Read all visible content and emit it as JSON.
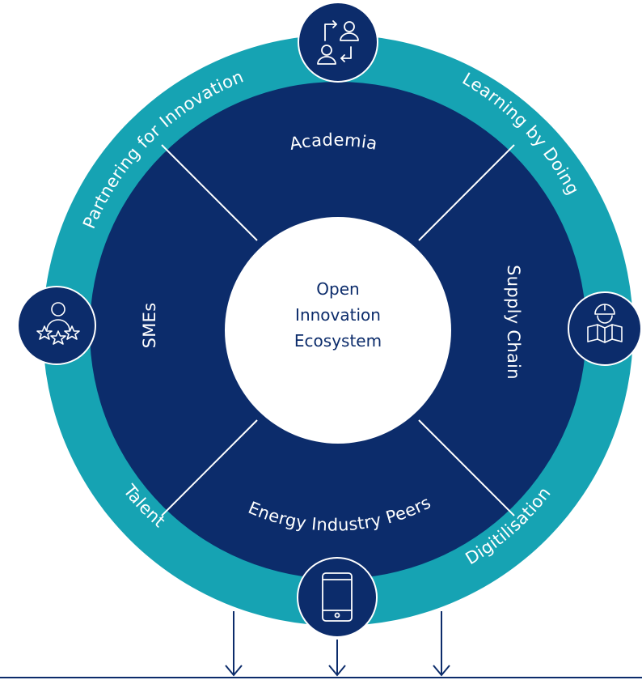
{
  "colors": {
    "outer_ring": "#16a3b3",
    "inner_disc": "#0c2c6b",
    "center": "#ffffff",
    "divider": "#ffffff",
    "icon_circle": "#0c2c6b",
    "arrow": "#0c2c6b",
    "text_light": "#ffffff",
    "text_dark": "#0c2c6b"
  },
  "center": {
    "line1": "Open",
    "line2": "Innovation",
    "line3": "Ecosystem"
  },
  "quadrants": {
    "top": "Academia",
    "right": "Supply Chain",
    "bottom": "Energy Industry Peers",
    "left": "SMEs"
  },
  "ring_labels": {
    "partnering": "Partnering for Innovation",
    "learning": "Learning by Doing",
    "talent": "Talent",
    "digitilisation": "Digitilisation"
  },
  "icons": {
    "top": "exchange-people-icon",
    "left": "person-with-stars-icon",
    "right": "engineer-with-plans-icon",
    "bottom": "mobile-phone-icon"
  }
}
